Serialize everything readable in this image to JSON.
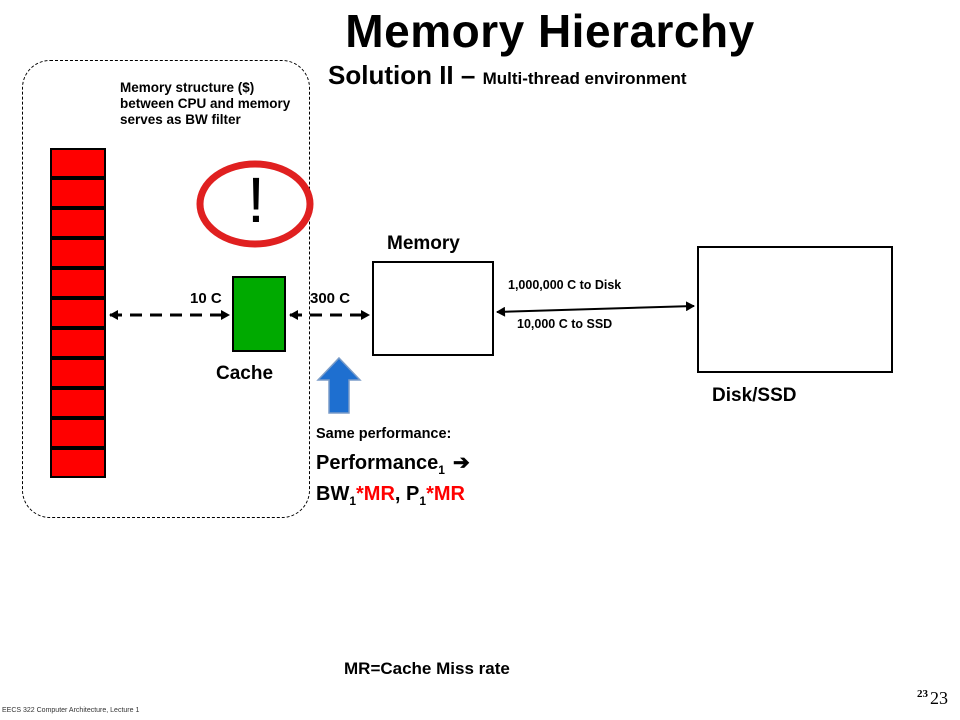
{
  "title": "Memory Hierarchy",
  "subtitle": {
    "main": "Solution II – ",
    "small": "Multi-thread environment"
  },
  "note": "Memory structure ($) between CPU and memory serves as BW filter",
  "alert_glyph": "!",
  "labels": {
    "cache": "Cache",
    "memory": "Memory",
    "disk": "Disk/SSD",
    "cpu_to_cache_latency": "10 C",
    "cache_to_memory_latency": "300 C",
    "disk_latency": "1,000,000 C to Disk",
    "ssd_latency": "10,000 C to SSD"
  },
  "same_performance": {
    "heading": "Same performance:",
    "line1_text": "Performance",
    "line1_sub": "1",
    "arrow_glyph": "➔",
    "bw_text": "BW",
    "bw_sub": "1",
    "bw_mr": "*MR",
    "sep": ", ",
    "p_text": "P",
    "p_sub": "1",
    "p_mr": "*MR"
  },
  "mr_note": "MR=Cache Miss rate",
  "page_number": "23",
  "page_number_large": "23",
  "footer": "EECS 322 Computer Architecture, Lecture 1",
  "colors": {
    "cpu": "#ff0000",
    "cache": "#00aa00",
    "arrow": "#1e6fd0",
    "alert": "#e02020",
    "accent": "#ff0000"
  },
  "cpu_register_count": 11
}
